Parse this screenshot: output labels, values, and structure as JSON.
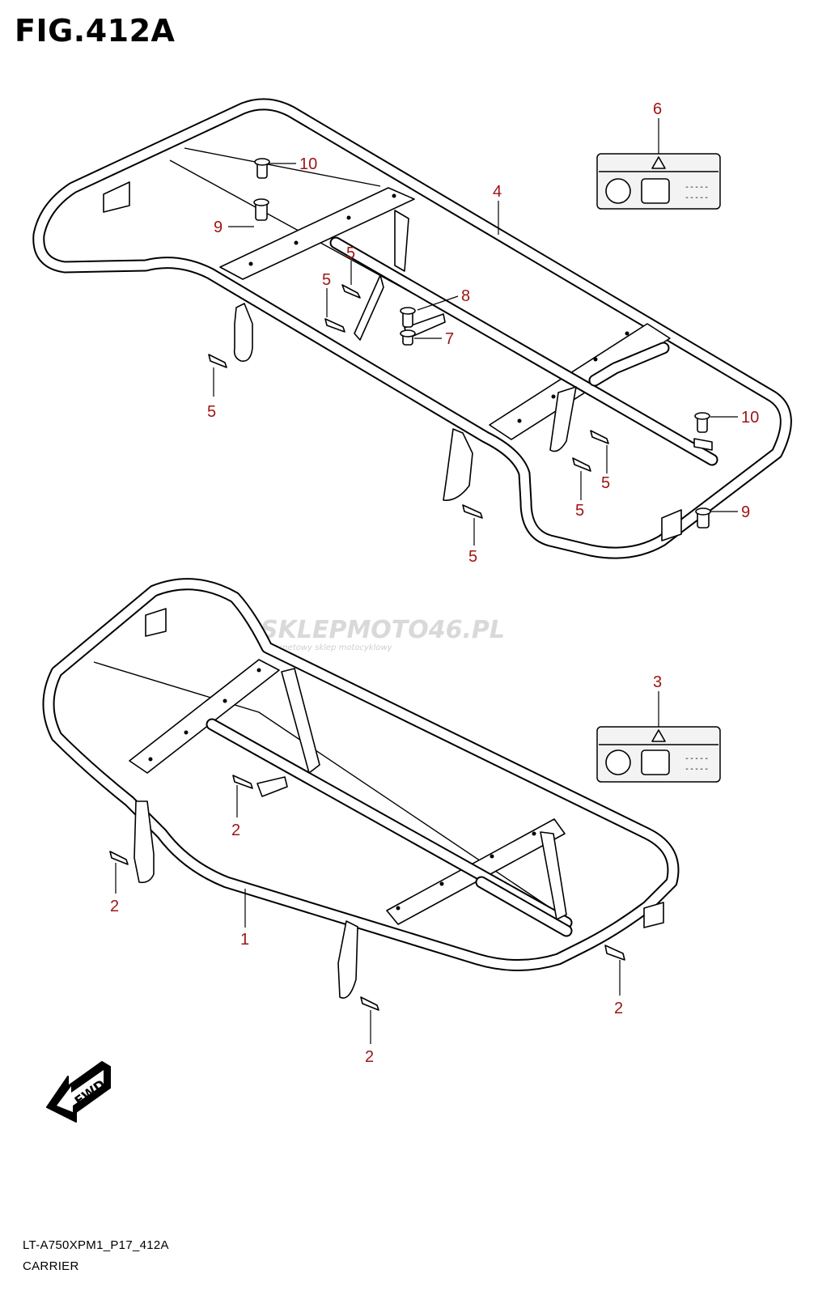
{
  "figure": {
    "title": "FIG.412A",
    "code": "LT-A750XPM1_P17_412A",
    "name": "CARRIER"
  },
  "watermark": {
    "brand": "SKLEPMOTO46.PL",
    "tagline": "internetowy sklep motocyklowy"
  },
  "direction_arrow": {
    "label": "FWD"
  },
  "callouts": [
    "10",
    "9",
    "5",
    "5",
    "5",
    "8",
    "7",
    "4",
    "6",
    "10",
    "5",
    "5",
    "5",
    "9",
    "3",
    "2",
    "2",
    "1",
    "2",
    "2"
  ],
  "warning_label": {
    "dashes": [
      "-----",
      "-----"
    ]
  }
}
